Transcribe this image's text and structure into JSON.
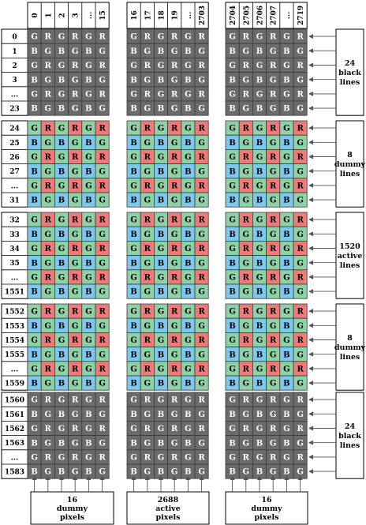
{
  "column_groups": [
    {
      "id": "left",
      "labels": [
        "0",
        "1",
        "2",
        "3",
        "...",
        "15"
      ]
    },
    {
      "id": "mid",
      "labels": [
        "16",
        "17",
        "18",
        "19",
        "...",
        "2703"
      ]
    },
    {
      "id": "right",
      "labels": [
        "2704",
        "2705",
        "2706",
        "2707",
        "...",
        "2719"
      ]
    }
  ],
  "row_blocks": [
    {
      "id": "black-top",
      "kind": "black",
      "rows": [
        "0",
        "1",
        "2",
        "3",
        "...",
        "23"
      ],
      "right_box": [
        "24",
        "black",
        "lines"
      ]
    },
    {
      "id": "dummy-top",
      "kind": "dummy",
      "rows": [
        "24",
        "25",
        "26",
        "27",
        "...",
        "31"
      ],
      "right_box": [
        "8",
        "dummy",
        "lines"
      ]
    },
    {
      "id": "active",
      "kind": "active",
      "rows": [
        "32",
        "33",
        "34",
        "35",
        "...",
        "1551"
      ],
      "right_box": [
        "1520",
        "active",
        "lines"
      ]
    },
    {
      "id": "dummy-bottom",
      "kind": "dummy",
      "rows": [
        "1552",
        "1553",
        "1554",
        "1555",
        "...",
        "1559"
      ],
      "right_box": [
        "8",
        "dummy",
        "lines"
      ]
    },
    {
      "id": "black-bottom",
      "kind": "black",
      "rows": [
        "1560",
        "1561",
        "1562",
        "1563",
        "...",
        "1583"
      ],
      "right_box": [
        "24",
        "black",
        "lines"
      ]
    }
  ],
  "pattern": {
    "even_row": [
      "G",
      "R",
      "G",
      "R",
      "G",
      "R"
    ],
    "odd_row": [
      "B",
      "G",
      "B",
      "G",
      "B",
      "G"
    ]
  },
  "bottom_boxes": [
    [
      "16",
      "dummy",
      "pixels"
    ],
    [
      "2688",
      "active",
      "pixels"
    ],
    [
      "16",
      "dummy",
      "pixels"
    ]
  ],
  "colors": {
    "black_cell": "#6b6b6b",
    "black_text": "#ffffff",
    "red": "#ee7a7a",
    "green": "#8fd1a6",
    "blue": "#7ec8ee",
    "text": "#000000",
    "line": "#333333"
  }
}
